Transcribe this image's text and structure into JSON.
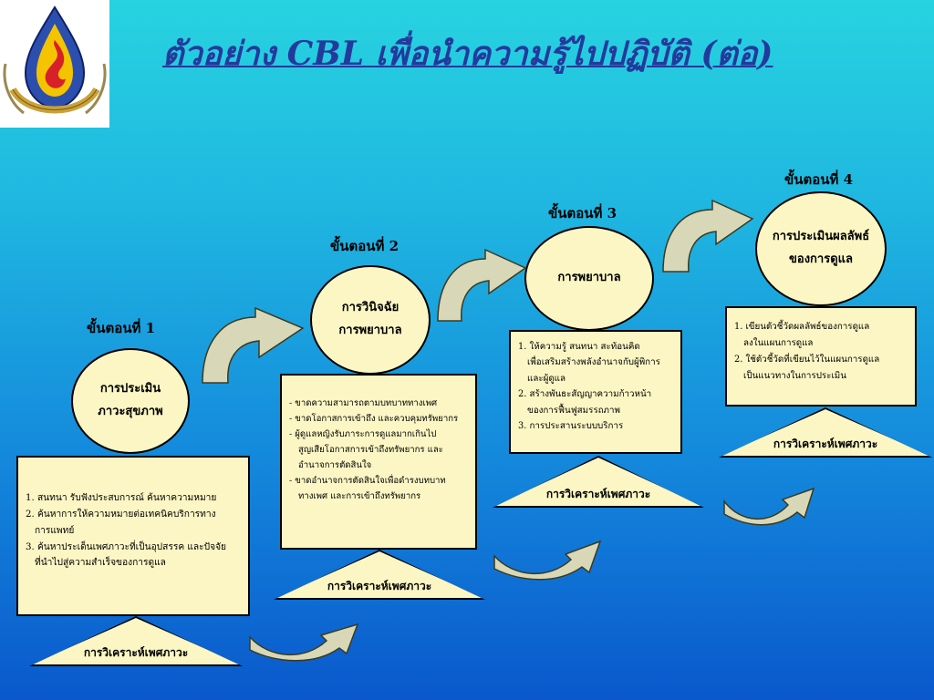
{
  "title": "ตัวอย่าง CBL เพื่อนำความรู้ไปปฏิบัติ (ต่อ)",
  "analysis_label": "การวิเคราะห์เพศภาวะ",
  "steps": [
    {
      "label": "ขั้นตอนที่ 1",
      "circle_line1": "การประเมิน",
      "circle_line2": "ภาวะสุขภาพ",
      "items": [
        {
          "main": "1. สนทนา รับฟังประสบการณ์  ค้นหาความหมาย",
          "cont": ""
        },
        {
          "main": "2. ค้นหาการให้ความหมายต่อเทคนิคบริการทาง",
          "cont": "การแพทย์"
        },
        {
          "main": "3. ค้นหาประเด็นเพศภาวะที่เป็นอุปสรรค และปัจจัย",
          "cont": "ที่นำไปสู่ความสำเร็จของการดูแล"
        }
      ]
    },
    {
      "label": "ขั้นตอนที่ 2",
      "circle_line1": "การวินิจฉัย",
      "circle_line2": "การพยาบาล",
      "items": [
        {
          "main": "- ขาดความสามารถตามบทบาททางเพศ",
          "cont": ""
        },
        {
          "main": "- ขาดโอกาสการเข้าถึง และควบคุมทรัพยากร",
          "cont": ""
        },
        {
          "main": "- ผู้ดูแลหญิงรับภาระการดูแลมากเกินไป",
          "cont": "สูญเสียโอกาสการเข้าถึงทรัพยากร และ"
        },
        {
          "main": "",
          "cont": "อำนาจการตัดสินใจ"
        },
        {
          "main": "- ขาดอำนาจการตัดสินใจเพื่อดำรงบทบาท",
          "cont": "ทางเพศ และการเข้าถึงทรัพยากร"
        }
      ]
    },
    {
      "label": "ขั้นตอนที่ 3",
      "circle_line1": "การพยาบาล",
      "circle_line2": "",
      "items": [
        {
          "main": "1. ให้ความรู้ สนทนา สะท้อนคิด",
          "cont": "เพื่อเสริมสร้างพลังอำนาจกับผู้พิการ"
        },
        {
          "main": "",
          "cont": "และผู้ดูแล"
        },
        {
          "main": "2. สร้างพันธะสัญญาความก้าวหน้า",
          "cont": "ของการฟื้นฟูสมรรถภาพ"
        },
        {
          "main": "3. การประสานระบบบริการ",
          "cont": ""
        }
      ]
    },
    {
      "label": "ขั้นตอนที่ 4",
      "circle_line1": "การประเมินผลลัพธ์",
      "circle_line2": "ของการดูแล",
      "items": [
        {
          "main": "1. เขียนตัวชี้วัดผลลัพธ์ของการดูแล",
          "cont": "ลงในแผนการดูแล"
        },
        {
          "main": "2. ใช้ตัวชี้วัดที่เขียนไว้ในแผนการดูแล",
          "cont": "เป็นแนวทางในการประเมิน"
        }
      ]
    }
  ]
}
